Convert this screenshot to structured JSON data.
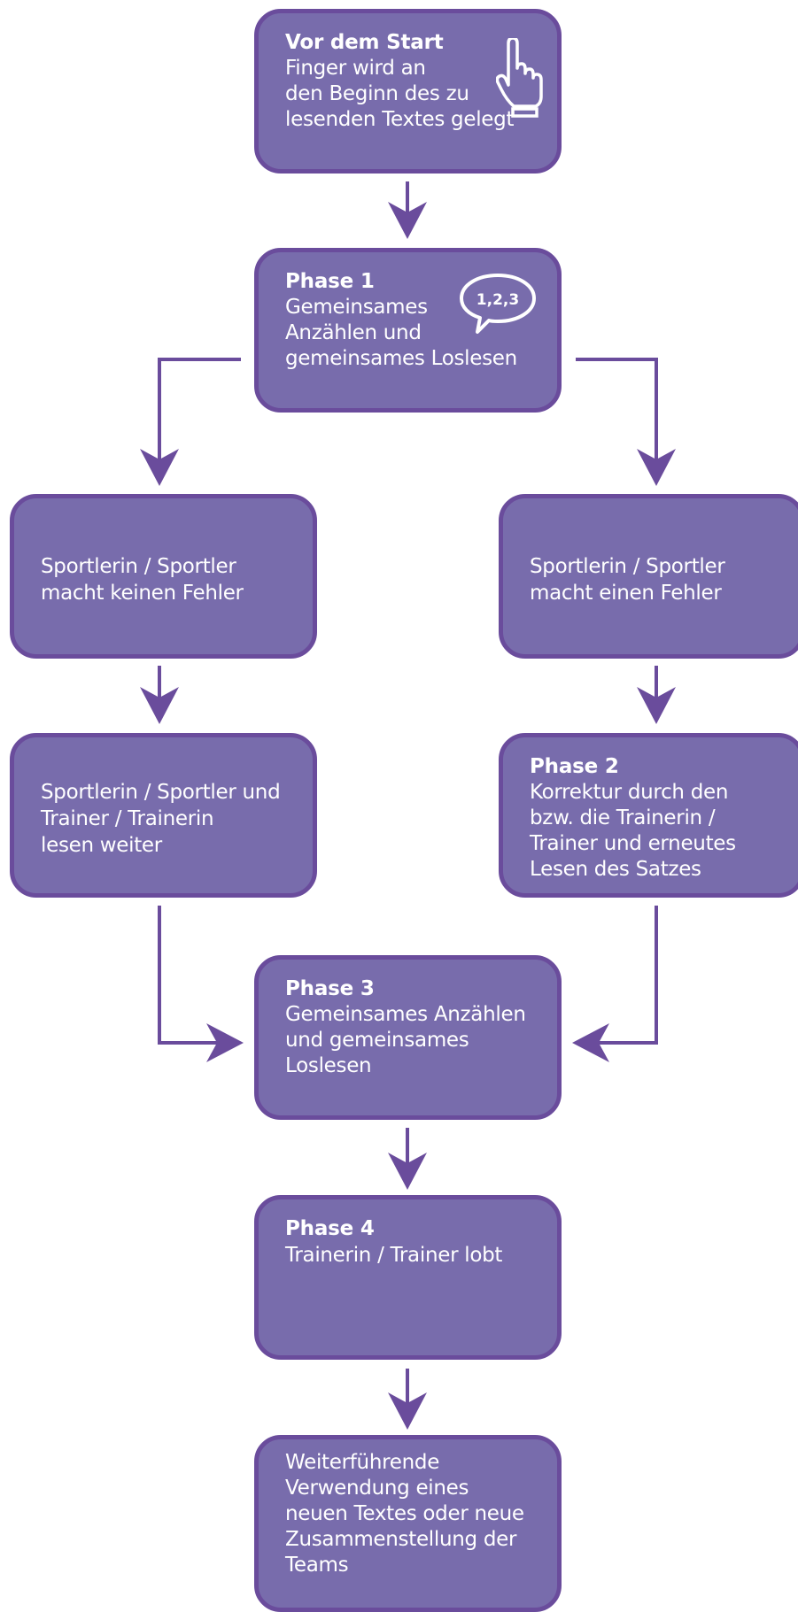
{
  "nodes": {
    "start": {
      "title": "Vor dem Start",
      "body": "Finger wird an\nden Beginn des zu\nlesenden Textes gelegt",
      "icon": "pointing-hand-icon"
    },
    "phase1": {
      "title": "Phase 1",
      "body": "Gemeinsames\nAnzählen und\ngemeinsames Loslesen",
      "icon": "speech-bubble-icon",
      "icon_text": "1,2,3"
    },
    "no_error": {
      "body": "Sportlerin / Sportler\nmacht keinen Fehler"
    },
    "error": {
      "body": "Sportlerin / Sportler\nmacht einen Fehler"
    },
    "continue": {
      "body": "Sportlerin / Sportler und\nTrainer / Trainerin\nlesen weiter"
    },
    "phase2": {
      "title": "Phase 2",
      "body": "Korrektur durch den\nbzw. die Trainerin /\nTrainer und erneutes\nLesen des Satzes"
    },
    "phase3": {
      "title": "Phase 3",
      "body": "Gemeinsames Anzählen\nund gemeinsames\nLoslesen"
    },
    "phase4": {
      "title": "Phase 4",
      "body": "Trainerin / Trainer lobt"
    },
    "final": {
      "body": "Weiterführende\nVerwendung eines\nneuen Textes oder neue\nZusammenstellung der\nTeams"
    }
  },
  "colors": {
    "box_fill": "#786cac",
    "box_border": "#6a4c9c",
    "arrow": "#6a4c9c",
    "text": "#ffffff"
  }
}
